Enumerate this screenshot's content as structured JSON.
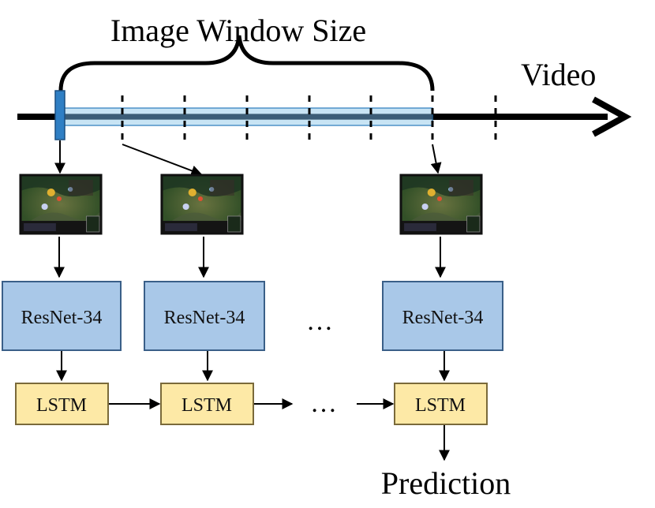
{
  "labels": {
    "window_size": "Image Window Size",
    "video": "Video",
    "prediction": "Prediction",
    "ellipsis_cnn": "…",
    "ellipsis_lstm": "…"
  },
  "cnn_blocks": [
    {
      "label": "ResNet-34"
    },
    {
      "label": "ResNet-34"
    },
    {
      "label": "ResNet-34"
    }
  ],
  "lstm_blocks": [
    {
      "label": "LSTM"
    },
    {
      "label": "LSTM"
    },
    {
      "label": "LSTM"
    }
  ],
  "frames": [
    {
      "icon": "game-frame-thumbnail"
    },
    {
      "icon": "game-frame-thumbnail"
    },
    {
      "icon": "game-frame-thumbnail"
    }
  ],
  "colors": {
    "cnn_fill": "#a9c8e8",
    "cnn_stroke": "#3a5f88",
    "lstm_fill": "#fde9a6",
    "lstm_stroke": "#7a6a3a",
    "window_fill": "#bfe0f3",
    "window_stroke": "#2f7fbf",
    "marker": "#2f7fc4",
    "line": "#000000"
  }
}
